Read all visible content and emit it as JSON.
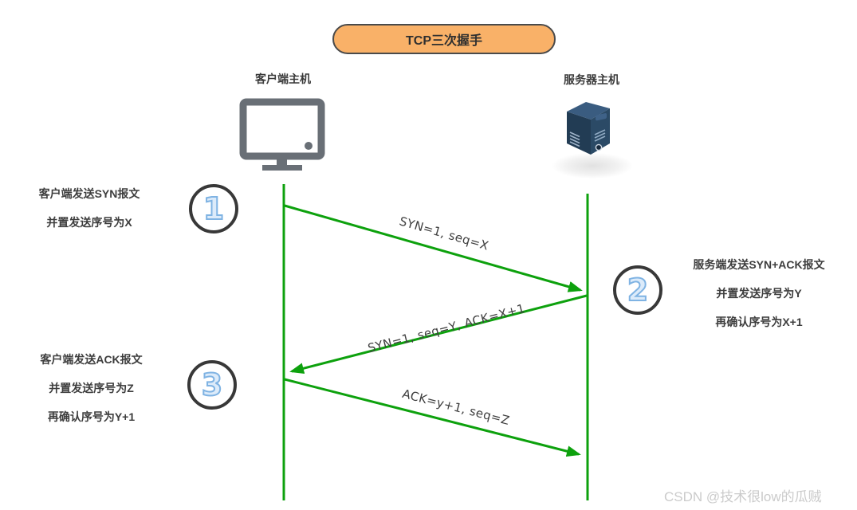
{
  "title": "TCP三次握手",
  "actors": {
    "client": {
      "label": "客户端主机"
    },
    "server": {
      "label": "服务器主机"
    }
  },
  "steps": [
    {
      "number": "1",
      "note_lines": [
        "客户端发送SYN报文",
        "并置发送序号为X"
      ],
      "message": "SYN=1, seq=X",
      "direction": "client-to-server"
    },
    {
      "number": "2",
      "note_lines": [
        "服务端发送SYN+ACK报文",
        "并置发送序号为Y",
        "再确认序号为X+1"
      ],
      "message": "SYN=1, seq=Y, ACK=X+1",
      "direction": "server-to-client"
    },
    {
      "number": "3",
      "note_lines": [
        "客户端发送ACK报文",
        "并置发送序号为Z",
        "再确认序号为Y+1"
      ],
      "message": "ACK=y+1, seq=Z",
      "direction": "client-to-server"
    }
  ],
  "watermark": "CSDN @技术很low的瓜贼",
  "colors": {
    "arrow_green": "#0da10d",
    "title_fill": "#f9b168",
    "title_border": "#4a4a4a",
    "number_blue": "#7fb3e3",
    "text_dark": "#3d3d3d",
    "monitor_gray": "#696f76",
    "server_navy": "#2b4a66",
    "watermark_gray": "#cbcbcb"
  }
}
